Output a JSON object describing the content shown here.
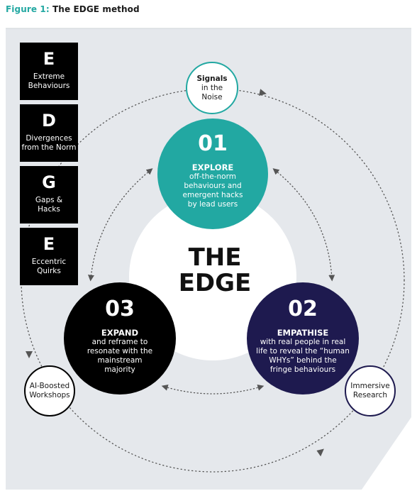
{
  "figure": {
    "label": "Figure 1:",
    "title": "The EDGE method"
  },
  "sidebar": [
    {
      "letter": "E",
      "text": "Extreme\nBehaviours"
    },
    {
      "letter": "D",
      "text": "Divergences\nfrom the Norm"
    },
    {
      "letter": "G",
      "text": "Gaps &\nHacks"
    },
    {
      "letter": "E",
      "text": "Eccentric\nQuirks"
    }
  ],
  "center": {
    "title": "THE\nEDGE"
  },
  "stages": [
    {
      "number": "01",
      "heading": "EXPLORE",
      "text": "off-the-norm\nbehaviours and\nemergent hacks\nby lead users",
      "color": "#22a8a2"
    },
    {
      "number": "02",
      "heading": "EMPATHISE",
      "text": "with real people in real\nlife to reveal the “human\nWHYs” behind the\nfringe behaviours",
      "color": "#1e1a4f"
    },
    {
      "number": "03",
      "heading": "EXPAND",
      "text": "and reframe to\nresonate with the\nmainstream\nmajority",
      "color": "#000000"
    }
  ],
  "satellites": {
    "signals": {
      "bold": "Signals",
      "text": "in the\nNoise",
      "border": "#22a8a2"
    },
    "workshops": {
      "text": "AI-Boosted\nWorkshops",
      "border": "#000000"
    },
    "research": {
      "text": "Immersive\nResearch",
      "border": "#1e1a4f"
    }
  },
  "colors": {
    "panel": "#e5e8ec",
    "center": "#ffffff",
    "dots": "#555555"
  }
}
